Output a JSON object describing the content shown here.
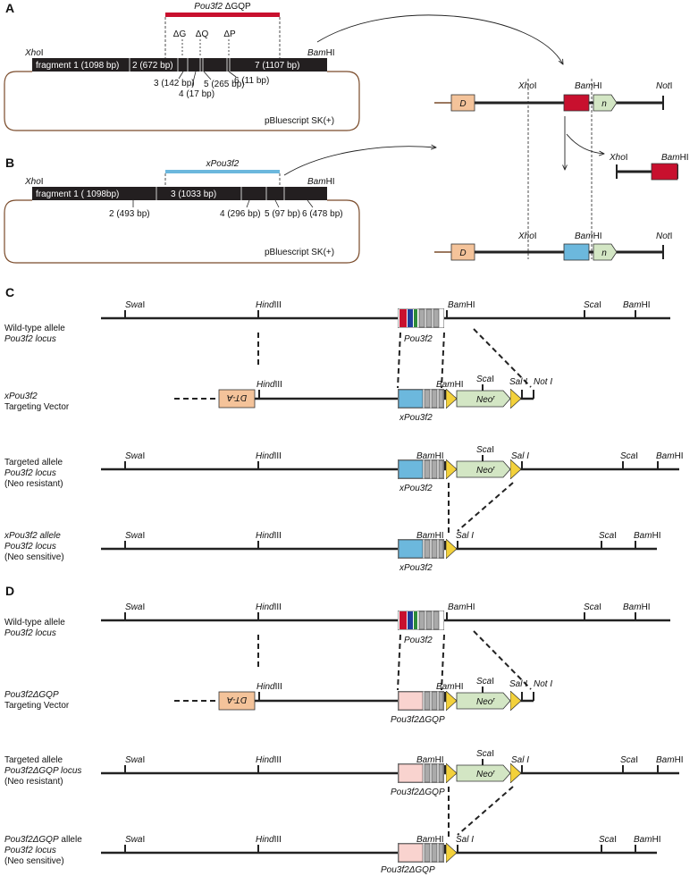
{
  "panels": {
    "a": "A",
    "b": "B",
    "c": "C",
    "d": "D"
  },
  "sites": {
    "xho": "Xho",
    "bam": "Bam",
    "hi": "HI",
    "i": "I",
    "swa": "Swa",
    "hind": "Hind",
    "iii": "III",
    "sca": "Sca",
    "not": "Not",
    "sal": "Sal I",
    "not_i": "Not I",
    "sal_tight": "Sal",
    "not_sp": "Not"
  },
  "letters": {
    "d": "D",
    "n": "n",
    "dta": "DT-A",
    "neo": "Neo",
    "r": "r"
  },
  "panel_a": {
    "bar_title_italic": "Pou3f2",
    "bar_title_delta": " ΔGQP",
    "dg": "ΔG",
    "dq": "ΔQ",
    "dp": "ΔP",
    "frag1": "fragment 1 (1098 bp)",
    "frag2": "2 (672 bp)",
    "frag7": "7 (1107 bp)",
    "f3": "3 (142 bp)",
    "f4": "4 (17 bp)",
    "f5": "5 (265 bp)",
    "f6": "6 (11 bp)",
    "plasmid": "pBluescript SK(+)"
  },
  "panel_b": {
    "bar_title": "xPou3f2",
    "frag1": "fragment 1 ( 1098bp)",
    "frag3": "3 (1033 bp)",
    "f2": "2 (493 bp)",
    "f4": "4 (296 bp)",
    "f5": "5 (97 bp)",
    "f6": "6 (478 bp)",
    "plasmid": "pBluescript SK(+)"
  },
  "panel_c": {
    "wt_1": "Wild-type allele",
    "wt_2": "Pou3f2 locus",
    "tv_1": "xPou3f2",
    "tv_2": "Targeting Vector",
    "ta_1": "Targeted allele",
    "ta_2": "Pou3f2 locus",
    "ta_3": "(Neo resistant)",
    "xa_1": "xPou3f2 allele",
    "xa_2": "Pou3f2 locus",
    "xa_3": "(Neo sensitive)",
    "gene_wt": "Pou3f2",
    "gene_x": "xPou3f2"
  },
  "panel_d": {
    "wt_1": "Wild-type allele",
    "wt_2": "Pou3f2 locus",
    "tv_1": "Pou3f2ΔGQP",
    "tv_2": "Targeting Vector",
    "ta_1": "Targeted allele",
    "ta_2": "Pou3f2ΔGQP locus",
    "ta_3": "(Neo resistant)",
    "da_1a": "Pou3f2ΔGQP",
    "da_1b": " allele",
    "da_2": "Pou3f2 locus",
    "da_3": "(Neo sensitive)",
    "gene_wt": "Pou3f2",
    "gene_d": "Pou3f2ΔGQP"
  },
  "colors": {
    "red": "#c8102e",
    "blue": "#6cb8dd",
    "salmon": "#f4c39a",
    "pink": "#f9d3cf",
    "green": "#d3e6c4",
    "yellow": "#f3d13b",
    "brown": "#7a4b2a",
    "dark": "#231f20"
  }
}
